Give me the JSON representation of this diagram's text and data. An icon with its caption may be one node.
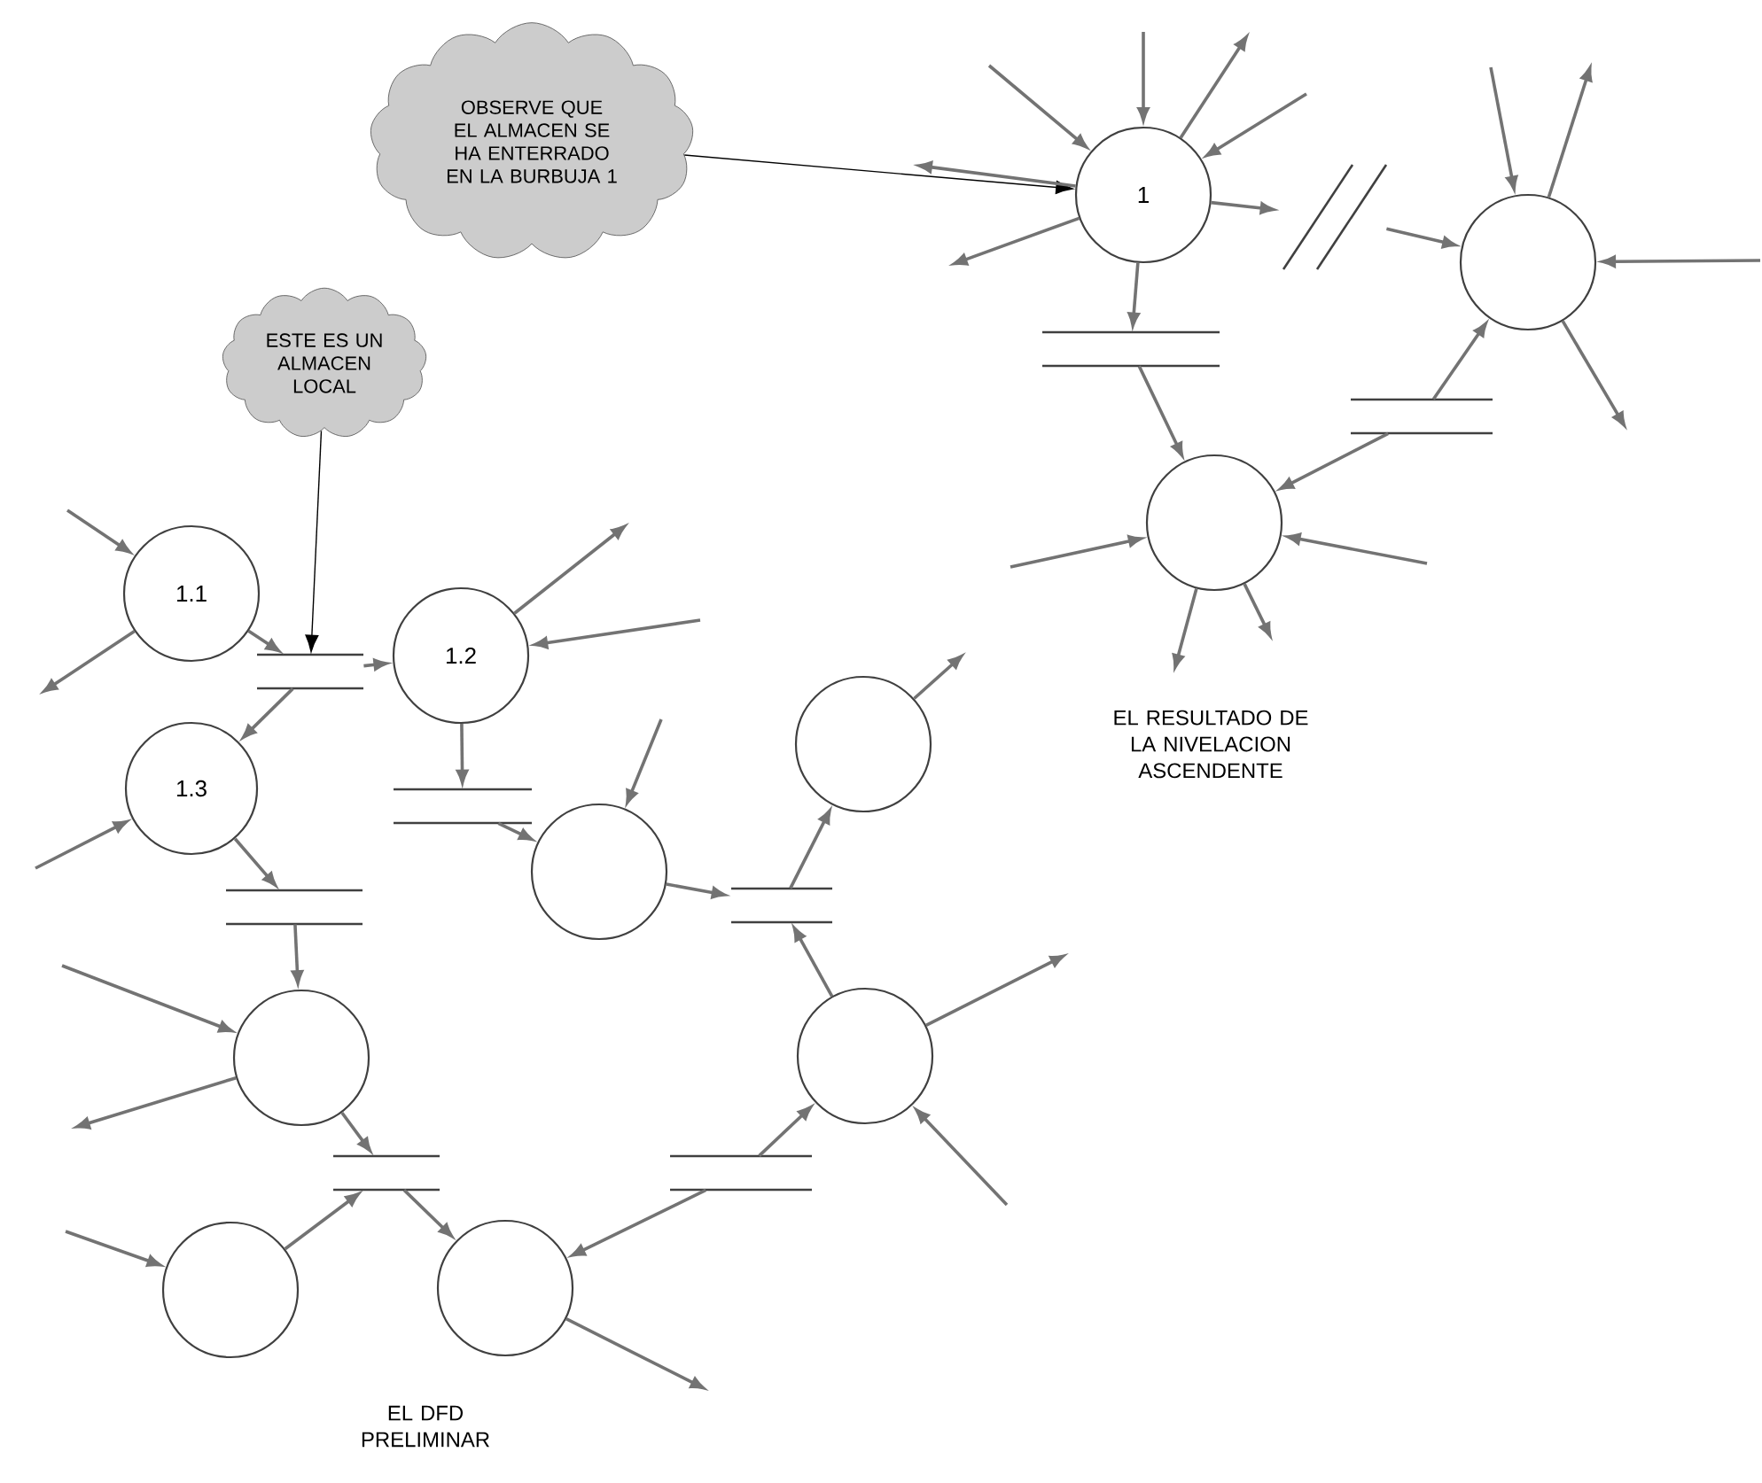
{
  "diagram": {
    "nodes": [
      {
        "text": [
          "OBSERVE QUE EL ALMACEN SE HA ENTERRADO EN LA BURBUJA 1"
        ]
      },
      {
        "text": [
          "1"
        ]
      },
      {
        "text": [],
        "shape": "circle"
      },
      {
        "text": [],
        "shape": "circle"
      },
      {
        "text": [],
        "shape": "lines"
      },
      {
        "text": [],
        "shape": "lines"
      },
      {
        "text": [],
        "shape": "slashes"
      },
      {
        "text": [
          "ESTE ES UN ALMACEN LOCAL"
        ]
      },
      {
        "text": [
          "1.1"
        ]
      },
      {
        "text": [],
        "shape": "lines"
      },
      {
        "text": [
          "1.2"
        ]
      },
      {
        "text": [
          "1.3"
        ]
      },
      {
        "text": [],
        "shape": "lines"
      },
      {
        "text": [],
        "shape": "lines"
      },
      {
        "text": [],
        "shape": "circle"
      },
      {
        "text": [],
        "shape": "circle"
      },
      {
        "text": [],
        "shape": "lines"
      },
      {
        "text": [],
        "shape": "circle"
      },
      {
        "text": [],
        "shape": "circle"
      },
      {
        "text": [],
        "shape": "lines"
      },
      {
        "text": [],
        "shape": "lines"
      },
      {
        "text": [],
        "shape": "circle"
      },
      {
        "text": [],
        "shape": "circle"
      }
    ],
    "edges": [
      {
        "from": 0,
        "to": 1,
        "arrow": "to",
        "color": "#000000"
      },
      {
        "from": 1,
        "to": 4,
        "arrow": "to"
      },
      {
        "from": 4,
        "to": 3,
        "arrow": "to"
      },
      {
        "from": 1,
        "to": 6,
        "arrow": "to"
      },
      {
        "from": 6,
        "to": 2,
        "arrow": "to"
      },
      {
        "from": 5,
        "to": 2,
        "arrow": "to"
      },
      {
        "from": 5,
        "to": 3,
        "arrow": "to"
      },
      {
        "from": null,
        "to": 1,
        "arrow": "to"
      },
      {
        "from": null,
        "to": 1,
        "arrow": "to"
      },
      {
        "from": 1,
        "to": null,
        "arrow": "to"
      },
      {
        "from": null,
        "to": 1,
        "arrow": "to"
      },
      {
        "from": 1,
        "to": null,
        "arrow": "to"
      },
      {
        "from": 1,
        "to": null,
        "arrow": "to"
      },
      {
        "from": null,
        "to": 2,
        "arrow": "to"
      },
      {
        "from": 2,
        "to": null,
        "arrow": "to"
      },
      {
        "from": null,
        "to": 2,
        "arrow": "to"
      },
      {
        "from": 2,
        "to": null,
        "arrow": "to"
      },
      {
        "from": null,
        "to": 3,
        "arrow": "to"
      },
      {
        "from": null,
        "to": 3,
        "arrow": "to"
      },
      {
        "from": 3,
        "to": null,
        "arrow": "to"
      },
      {
        "from": 3,
        "to": null,
        "arrow": "to"
      },
      {
        "from": 7,
        "to": 9,
        "arrow": "to",
        "color": "#000000"
      },
      {
        "from": null,
        "to": 8,
        "arrow": "to"
      },
      {
        "from": 8,
        "to": null,
        "arrow": "to"
      },
      {
        "from": 8,
        "to": 9,
        "arrow": "to"
      },
      {
        "from": 9,
        "to": 10,
        "arrow": "to"
      },
      {
        "from": 9,
        "to": 11,
        "arrow": "to"
      },
      {
        "from": 10,
        "to": null,
        "arrow": "to"
      },
      {
        "from": null,
        "to": 10,
        "arrow": "to"
      },
      {
        "from": 10,
        "to": 12,
        "arrow": "to"
      },
      {
        "from": 12,
        "to": 14,
        "arrow": "to"
      },
      {
        "from": null,
        "to": 11,
        "arrow": "to"
      },
      {
        "from": 11,
        "to": 13,
        "arrow": "to"
      },
      {
        "from": 13,
        "to": 17,
        "arrow": "to"
      },
      {
        "from": null,
        "to": 14,
        "arrow": "to"
      },
      {
        "from": 14,
        "to": 16,
        "arrow": "to"
      },
      {
        "from": 16,
        "to": 15,
        "arrow": "to"
      },
      {
        "from": 18,
        "to": 16,
        "arrow": "to"
      },
      {
        "from": 15,
        "to": null,
        "arrow": "to"
      },
      {
        "from": null,
        "to": 17,
        "arrow": "to"
      },
      {
        "from": 17,
        "to": null,
        "arrow": "to"
      },
      {
        "from": 17,
        "to": 19,
        "arrow": "to"
      },
      {
        "from": 19,
        "to": 22,
        "arrow": "to"
      },
      {
        "from": 21,
        "to": 19,
        "arrow": "to"
      },
      {
        "from": null,
        "to": 21,
        "arrow": "to"
      },
      {
        "from": 20,
        "to": 18,
        "arrow": "to"
      },
      {
        "from": 20,
        "to": 22,
        "arrow": "to"
      },
      {
        "from": 18,
        "to": null,
        "arrow": "to"
      },
      {
        "from": null,
        "to": 18,
        "arrow": "to"
      },
      {
        "from": 22,
        "to": null,
        "arrow": "to"
      }
    ],
    "labels": [
      "EL RESULTADO DE LA NIVELACION ASCENDENTE",
      "EL DFD PRELIMINAR"
    ]
  }
}
